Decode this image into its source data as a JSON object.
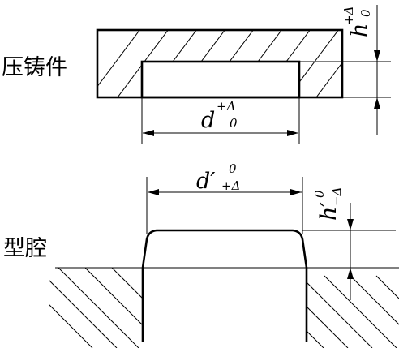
{
  "labels": {
    "casting": "压铸件",
    "cavity": "型腔"
  },
  "dimensions": {
    "casting_height": {
      "symbol": "h",
      "upper": "+Δ",
      "lower": "0"
    },
    "casting_width": {
      "symbol": "d",
      "upper": "+Δ",
      "lower": "0"
    },
    "cavity_width": {
      "symbol": "d′",
      "upper": "0",
      "lower": "+Δ"
    },
    "cavity_height": {
      "symbol": "h′",
      "upper": "0",
      "lower": "−Δ"
    }
  }
}
